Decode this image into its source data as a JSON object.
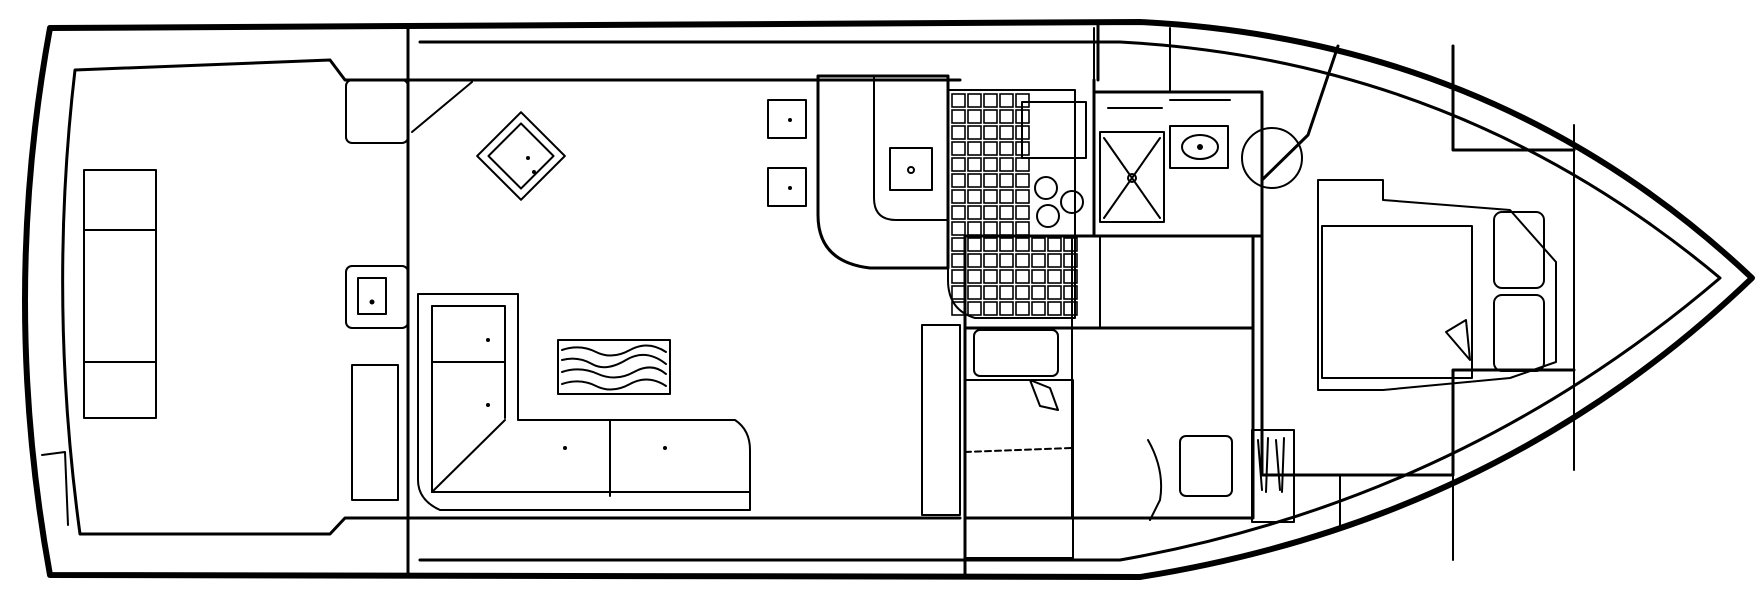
{
  "plan": {
    "colors": {
      "line": "#000000",
      "background": "#ffffff"
    },
    "areas": [
      "aft-deck",
      "salon",
      "galley",
      "head",
      "forward-stateroom",
      "guest-stateroom"
    ]
  }
}
